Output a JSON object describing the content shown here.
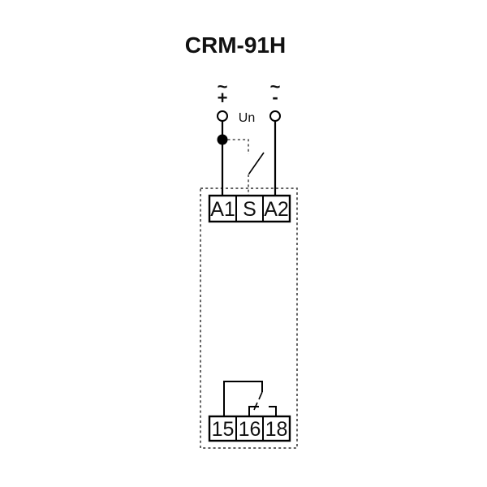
{
  "title": "CRM-91H",
  "supply": {
    "left": {
      "ac_symbol": "~",
      "polarity": "+"
    },
    "right": {
      "ac_symbol": "~",
      "polarity": "-"
    },
    "voltage_label": "Un"
  },
  "terminal_blocks": {
    "top": {
      "labels": [
        "A1",
        "S",
        "A2"
      ]
    },
    "bottom": {
      "labels": [
        "15",
        "16",
        "18"
      ]
    }
  },
  "colors": {
    "line": "#000000",
    "dashed_outline": "#4a4a4a",
    "text": "#111111",
    "background": "#ffffff"
  }
}
